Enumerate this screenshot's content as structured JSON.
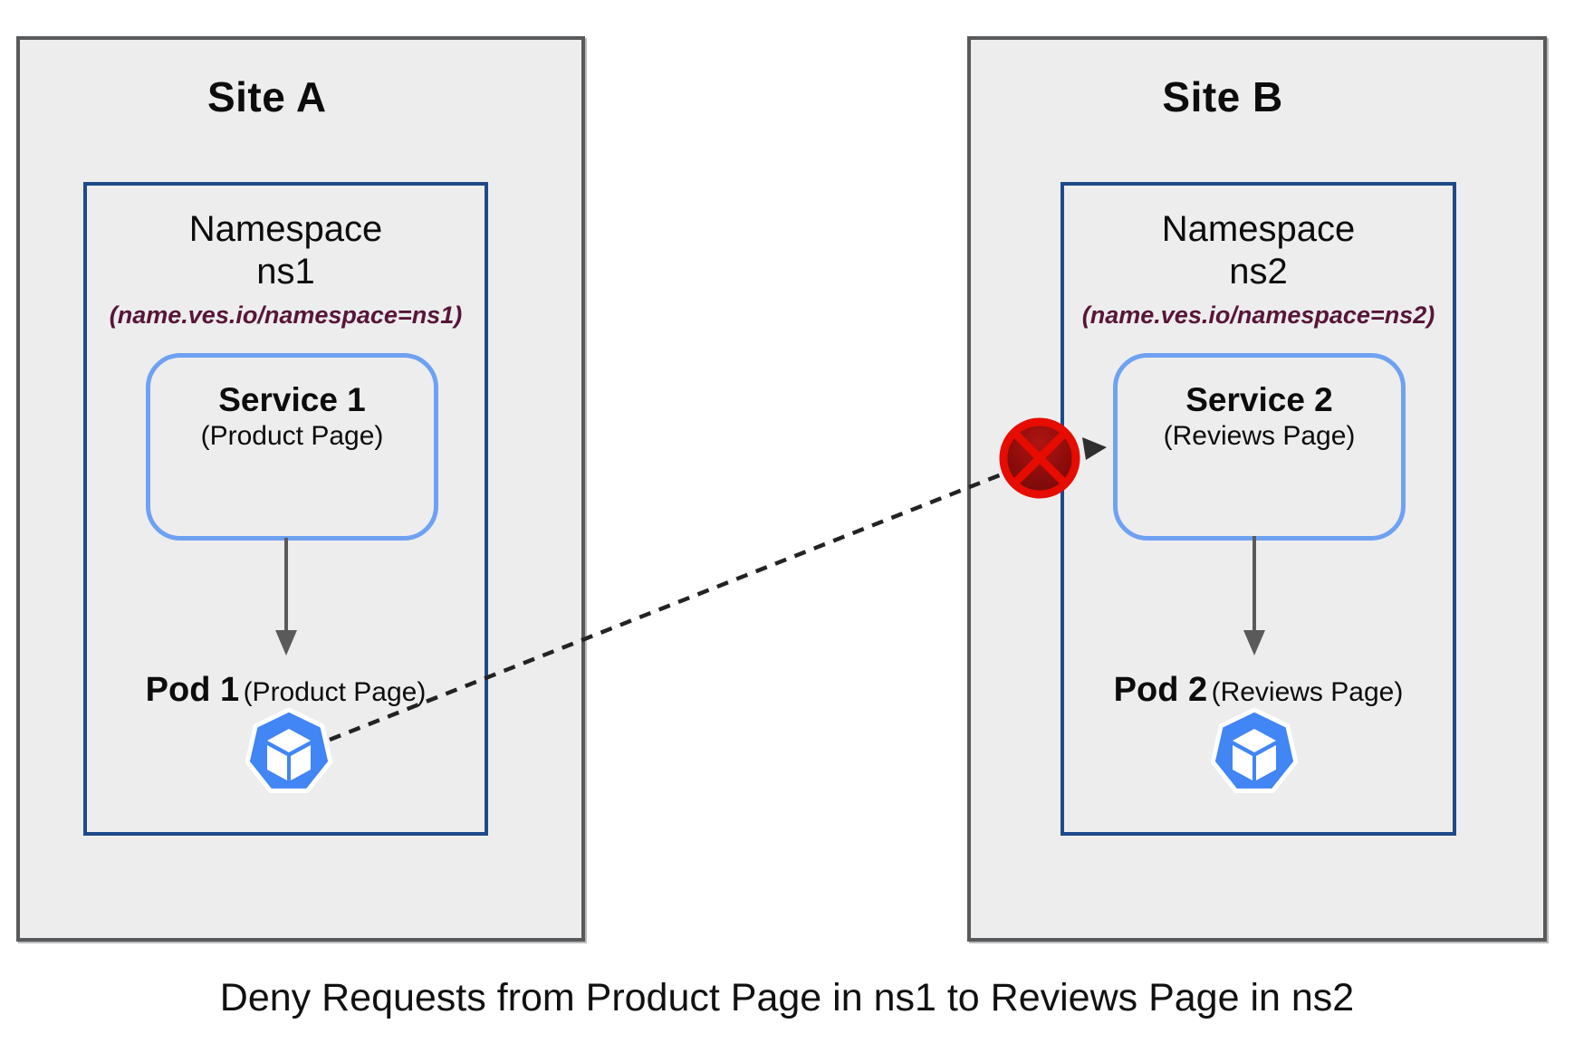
{
  "caption": "Deny Requests from Product Page in ns1 to Reviews Page in ns2",
  "sites": [
    {
      "title": "Site A",
      "namespace": {
        "name_line": "Namespace",
        "ns_line": "ns1",
        "selector": "(name.ves.io/namespace=ns1)",
        "service": {
          "name": "Service 1",
          "detail": "(Product Page)"
        },
        "pod": {
          "name": "Pod 1",
          "detail": "(Product Page)"
        }
      }
    },
    {
      "title": "Site B",
      "namespace": {
        "name_line": "Namespace",
        "ns_line": "ns2",
        "selector": "(name.ves.io/namespace=ns2)",
        "service": {
          "name": "Service 2",
          "detail": "(Reviews Page)"
        },
        "pod": {
          "name": "Pod 2",
          "detail": "(Reviews Page)"
        }
      }
    }
  ],
  "connection": {
    "style": "dashed-arrow",
    "status": "denied"
  },
  "icons": {
    "pod": "kubernetes-pod-icon",
    "deny": "deny-crossed-circle-icon",
    "service_to_pod": "arrow-down-icon",
    "deny_arrowhead": "arrowhead-right-icon"
  },
  "colors": {
    "site_fill": "#ededee",
    "site_border": "#58595b",
    "namespace_border": "#1e4a8a",
    "service_border": "#6fa1f2",
    "pod_blue": "#4285f4",
    "deny_red": "#e60c00",
    "deny_fill_dark": "#750a0a",
    "selector_maroon": "#571638",
    "arrow_gray": "#5a5a5a",
    "dashed_line": "#232323"
  }
}
